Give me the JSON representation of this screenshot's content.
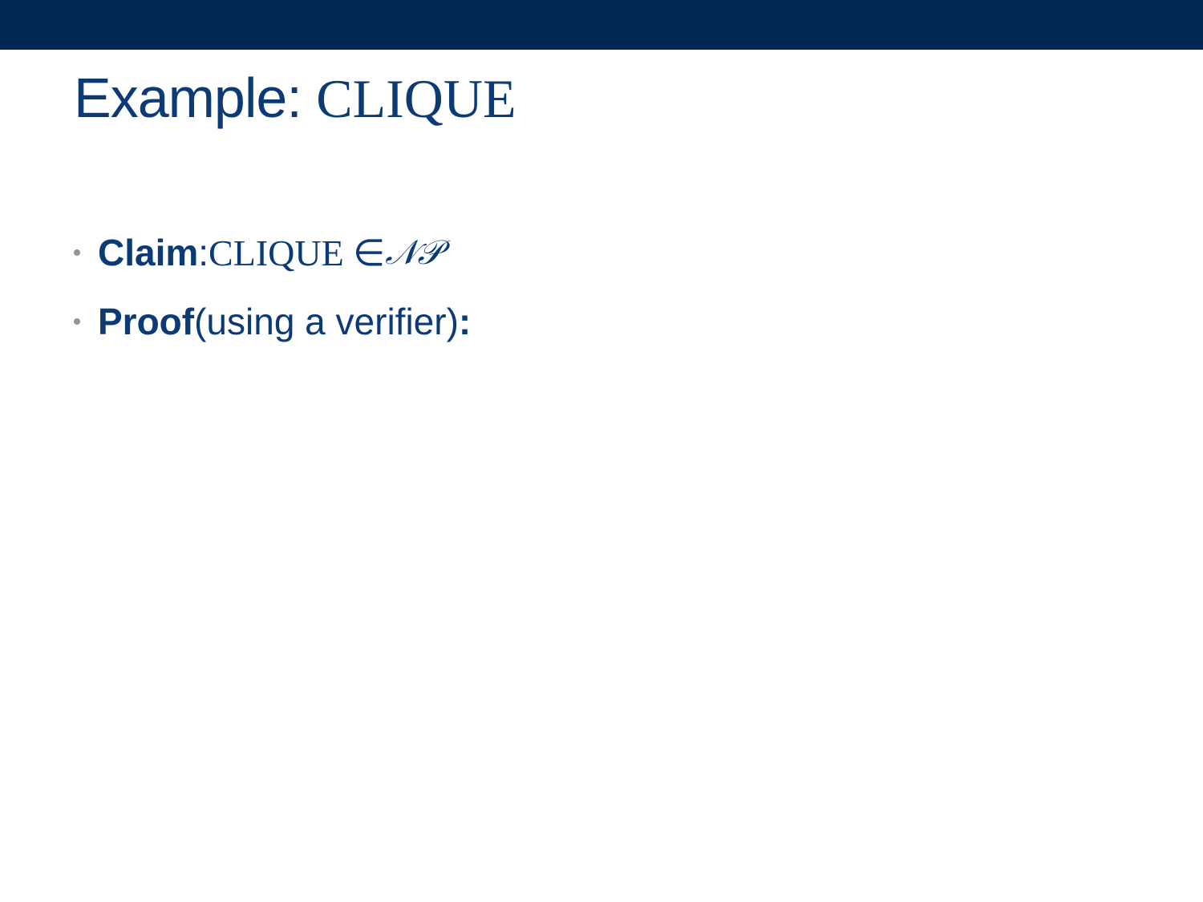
{
  "colors": {
    "header_band": "#002855",
    "text": "#0b3a74",
    "bullet_dot": "#8a9a97"
  },
  "slide": {
    "title_prefix": "Example: ",
    "title_math": "CLIQUE",
    "bullets": [
      {
        "bold_label": "Claim",
        "separator": ": ",
        "math_text": "CLIQUE ∈ ",
        "math_class": "𝒩𝒫"
      },
      {
        "bold_label": "Proof",
        "plain_text": " (using a verifier)",
        "bold_suffix": ":"
      }
    ]
  }
}
